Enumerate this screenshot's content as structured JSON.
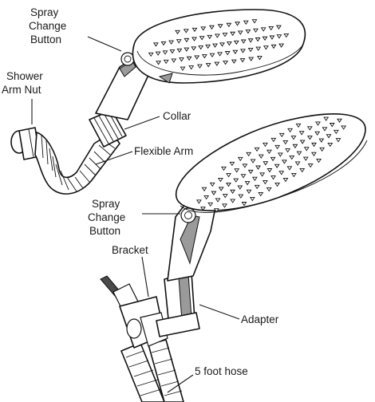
{
  "diagram": {
    "labels": {
      "spray_change_button_top": [
        "Spray",
        "Change",
        "Button"
      ],
      "shower_arm_nut": [
        "Shower",
        "Arm Nut"
      ],
      "collar": "Collar",
      "flexible_arm": "Flexible Arm",
      "spray_change_button_bottom": [
        "Spray",
        "Change",
        "Button"
      ],
      "bracket": "Bracket",
      "adapter": "Adapter",
      "hose": "5 foot hose"
    }
  }
}
